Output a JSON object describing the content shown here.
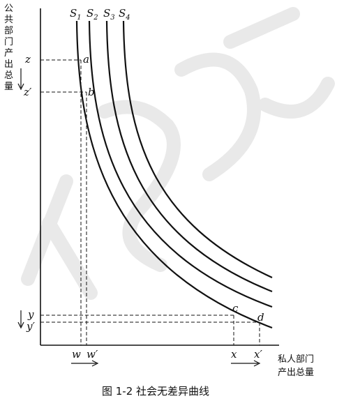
{
  "figure": {
    "caption": "图 1-2   社会无差异曲线",
    "y_axis_label": "公共部门产出总量",
    "x_axis_label_line1": "私人部门",
    "x_axis_label_line2": "产出总量"
  },
  "curves": [
    {
      "symbol": "S",
      "subscript": "1"
    },
    {
      "symbol": "S",
      "subscript": "2"
    },
    {
      "symbol": "S",
      "subscript": "3"
    },
    {
      "symbol": "S",
      "subscript": "4"
    }
  ],
  "points": {
    "a": "a",
    "b": "b",
    "c": "c",
    "d": "d"
  },
  "ticks": {
    "z": "z",
    "z_prime": "z′",
    "y": "y",
    "y_prime": "y′",
    "w": "w",
    "w_prime": "w′",
    "x": "x",
    "x_prime": "x′"
  },
  "colors": {
    "ink": "#111111",
    "watermark": "#e9e9e9"
  }
}
